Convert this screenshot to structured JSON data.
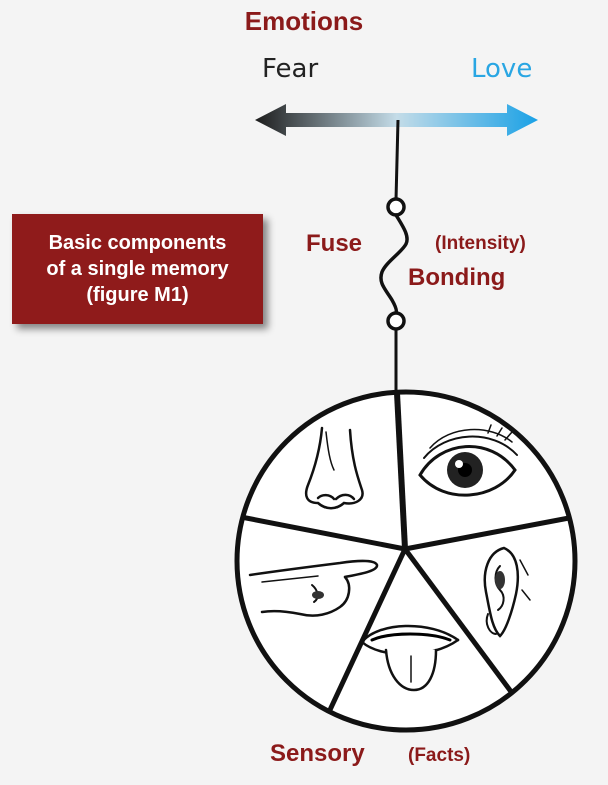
{
  "title": "Emotions",
  "scale": {
    "left_label": "Fear",
    "right_label": "Love"
  },
  "callout": {
    "lines": [
      "Basic components",
      "of a single memory",
      "(figure M1)"
    ]
  },
  "fuse": {
    "label": "Fuse",
    "intensity_label": "(Intensity)",
    "bonding_label": "Bonding"
  },
  "sensory": {
    "label": "Sensory",
    "facts_label": "(Facts)",
    "senses": [
      {
        "name": "smell",
        "icon": "nose-icon"
      },
      {
        "name": "sight",
        "icon": "eye-icon"
      },
      {
        "name": "hearing",
        "icon": "ear-icon"
      },
      {
        "name": "taste",
        "icon": "mouth-tongue-icon"
      },
      {
        "name": "touch",
        "icon": "pointing-hand-icon"
      }
    ]
  },
  "colors": {
    "label_red": "#8b1a1a",
    "callout_bg": "#8f1b1b",
    "love_blue": "#29a6e3",
    "fear_dark": "#222222"
  }
}
